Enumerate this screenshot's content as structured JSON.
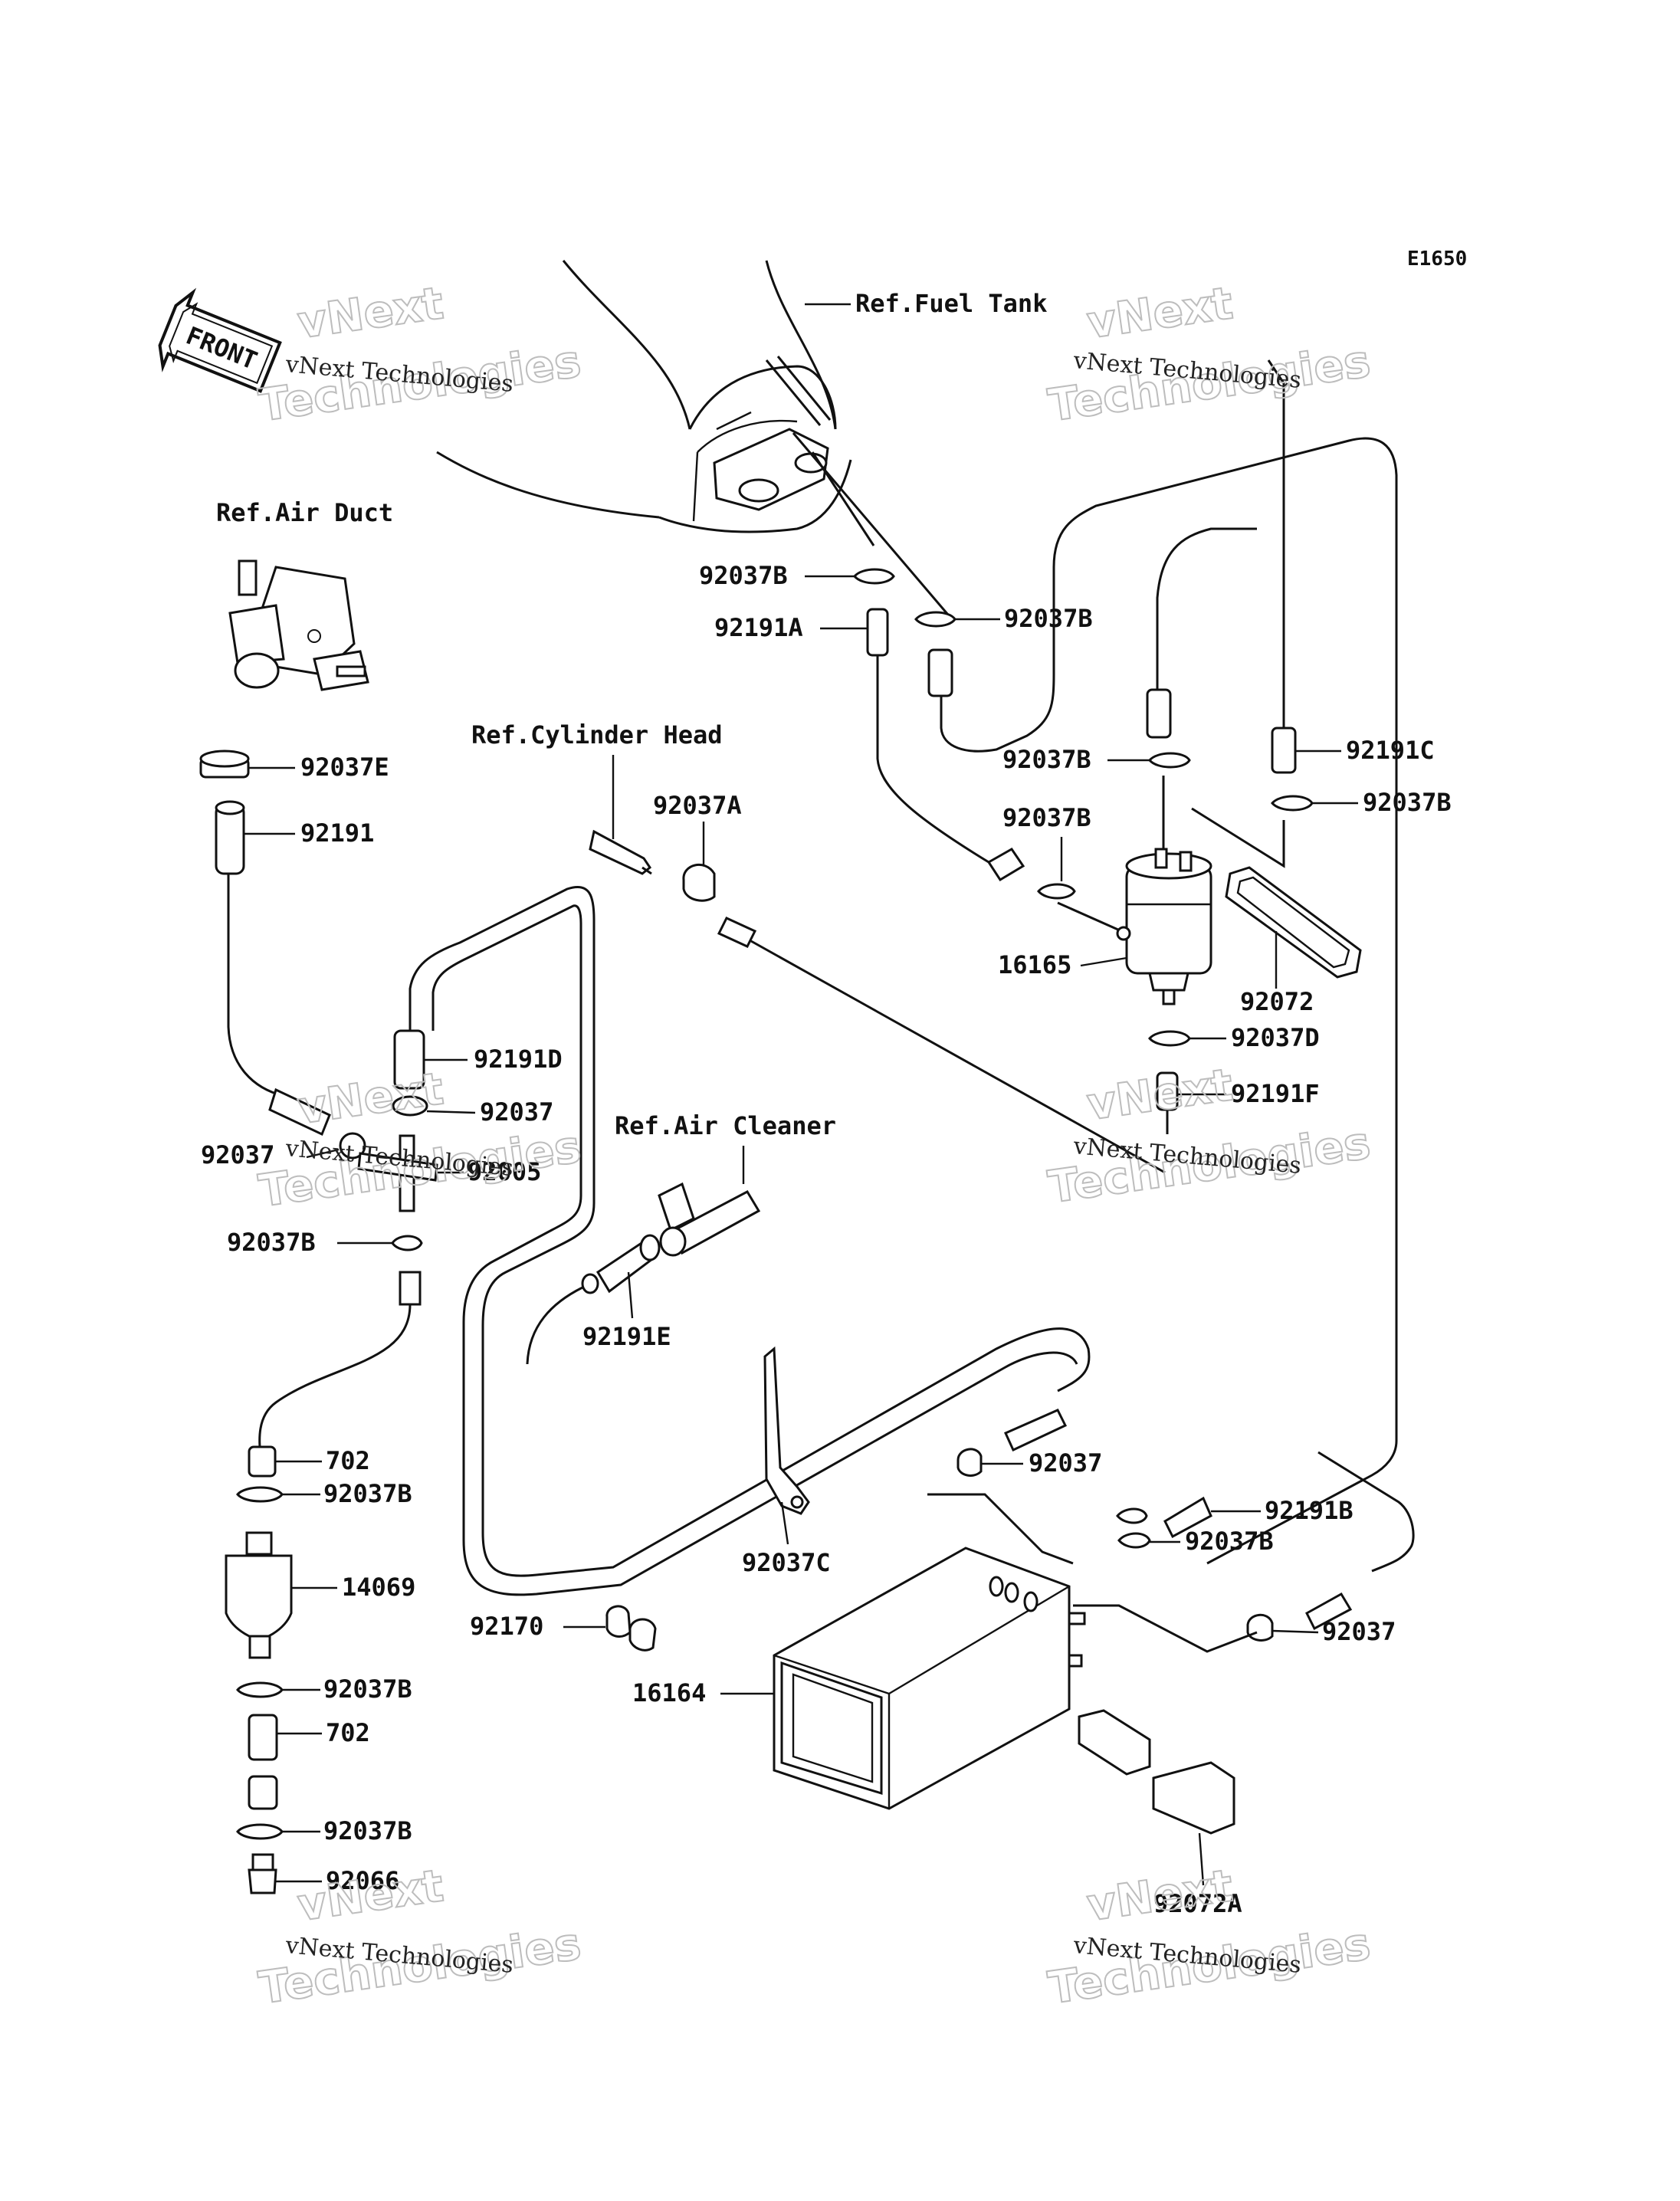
{
  "diagram_code": "E1650",
  "front_arrow": "FRONT",
  "references": {
    "fuel_tank": "Ref.Fuel Tank",
    "air_duct": "Ref.Air Duct",
    "cylinder_head": "Ref.Cylinder Head",
    "air_cleaner": "Ref.Air Cleaner"
  },
  "watermark": {
    "line1": "vNext Technologies",
    "line2": "vNext",
    "line3": "Technologies"
  },
  "parts": {
    "p_92037B_a": "92037B",
    "p_92037B_b": "92037B",
    "p_92191A": "92191A",
    "p_92037B_c": "92037B",
    "p_92191C": "92191C",
    "p_92037B_d": "92037B",
    "p_92037B_e": "92037B",
    "p_16165": "16165",
    "p_92072": "92072",
    "p_92037D": "92037D",
    "p_92191F": "92191F",
    "p_92037E": "92037E",
    "p_92191": "92191",
    "p_92037A": "92037A",
    "p_92191D": "92191D",
    "p_92037_a": "92037",
    "p_92037_b": "92037",
    "p_92005": "92005",
    "p_92037B_f": "92037B",
    "p_92191E": "92191E",
    "p_702_a": "702",
    "p_92037B_g": "92037B",
    "p_14069": "14069",
    "p_92037B_h": "92037B",
    "p_702_b": "702",
    "p_92037B_i": "92037B",
    "p_92066": "92066",
    "p_92037_c": "92037",
    "p_92191B": "92191B",
    "p_92037B_j": "92037B",
    "p_92037C": "92037C",
    "p_92037_d": "92037",
    "p_92170": "92170",
    "p_16164": "16164",
    "p_92072A": "92072A"
  }
}
